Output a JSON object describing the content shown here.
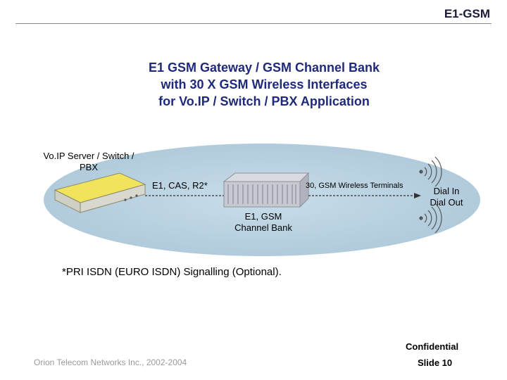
{
  "header": {
    "corner_title": "E1-GSM"
  },
  "title": {
    "lines": [
      "E1 GSM Gateway / GSM Channel Bank",
      "with 30 X GSM Wireless Interfaces",
      "for Vo.IP / Switch / PBX Application"
    ]
  },
  "diagram": {
    "voip_label": "Vo.IP Server / Switch / PBX",
    "link_label": "E1, CAS, R2*",
    "terminals_label": "30, GSM Wireless Terminals",
    "dial_in": "Dial In",
    "dial_out": "Dial Out",
    "bank_line1": "E1, GSM",
    "bank_line2": "Channel Bank",
    "ellipse_color": "#b9d3e3",
    "device_color": "#e8d94a"
  },
  "note": "*PRI ISDN (EURO ISDN) Signalling (Optional).",
  "footer": {
    "confidential": "Confidential",
    "company": "Orion Telecom Networks Inc., 2002-2004",
    "slide": "Slide 10"
  }
}
